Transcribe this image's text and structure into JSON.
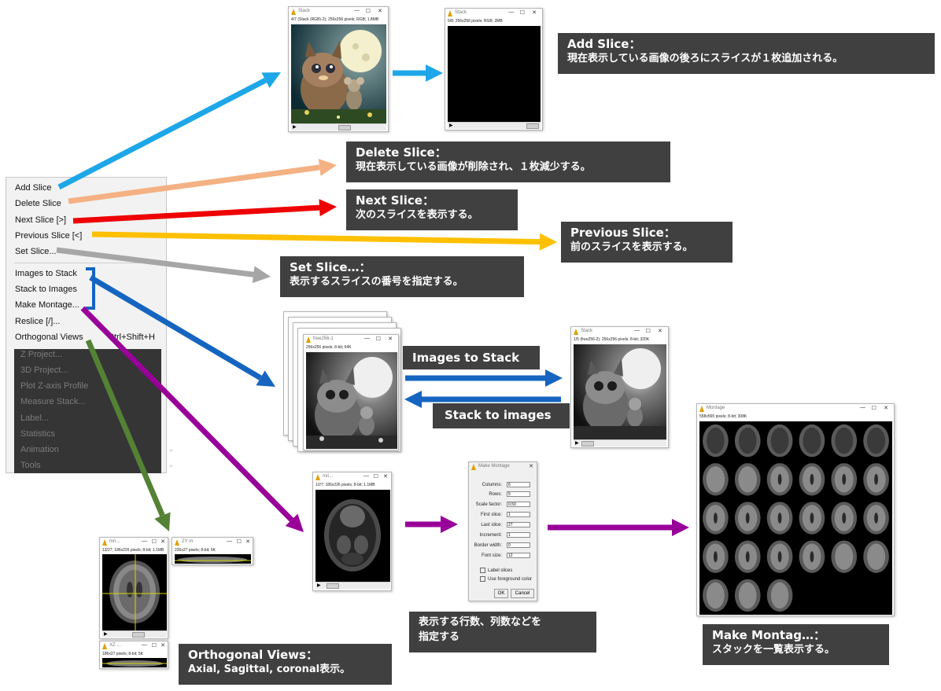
{
  "menu": {
    "items": [
      {
        "label": "Add Slice"
      },
      {
        "label": "Delete Slice"
      },
      {
        "label": "Next Slice [>]"
      },
      {
        "label": "Previous Slice [<]"
      },
      {
        "label": "Set Slice..."
      },
      {
        "label": "Images to Stack"
      },
      {
        "label": "Stack to Images"
      },
      {
        "label": "Make Montage..."
      },
      {
        "label": "Reslice [/]..."
      },
      {
        "label": "Orthogonal Views",
        "shortcut": "Ctrl+Shift+H"
      }
    ],
    "dimmed_items": [
      {
        "label": "Z Project..."
      },
      {
        "label": "3D Project..."
      },
      {
        "label": "Plot Z-axis Profile"
      },
      {
        "label": "Measure Stack..."
      },
      {
        "label": "Label..."
      },
      {
        "label": "Statistics"
      },
      {
        "label": "Animation",
        "submenu": "▸"
      },
      {
        "label": "Tools",
        "submenu": "▸"
      }
    ]
  },
  "callouts": {
    "add_slice": {
      "title": "Add Slice：",
      "body": "現在表示している画像の後ろにスライスが１枚追加される。"
    },
    "delete_slice": {
      "title": "Delete Slice：",
      "body": "現在表示している画像が削除され、１枚減少する。"
    },
    "next_slice": {
      "title": "Next Slice：",
      "body": "次のスライスを表示する。"
    },
    "previous_slice": {
      "title": "Previous Slice：",
      "body": "前のスライスを表示する。"
    },
    "set_slice": {
      "title": "Set Slice…：",
      "body": "表示するスライスの番号を指定する。"
    },
    "images_to_stack": {
      "title": "Images to Stack"
    },
    "stack_to_images": {
      "title": "Stack to images"
    },
    "orthogonal_views": {
      "title": "Orthogonal Views：",
      "body": "Axial, Sagittal, coronal表示。"
    },
    "montage_dialog": {
      "title": "表示する行数、列数などを",
      "body": "指定する"
    },
    "make_montage": {
      "title": "Make Montag…：",
      "body": "スタックを一覧表示する。"
    }
  },
  "windows": {
    "stack_rgb": {
      "title": "Stack",
      "info": "4/7 (Stack (RGB)-2); 256x256 pixels; RGB; 1.8MB"
    },
    "stack_black": {
      "title": "Stack",
      "info": "5/8; 256x256 pixels; RGB; 2MB"
    },
    "images": {
      "title": "free256-1",
      "info": "256x256 pixels; 8-bit; 64K"
    },
    "stack_gray": {
      "title": "Stack",
      "info": "1/5 (free256-2); 256x256 pixels; 8-bit; 320K"
    },
    "mri": {
      "title": "mri...",
      "info": "1/27; 186x226 pixels; 8-bit; 1.1MB"
    },
    "ortho_xy": {
      "title": "mri...",
      "info": "13/27; 186x226 pixels; 8-bit; 1.1MB"
    },
    "ortho_zy": {
      "title": "ZY m",
      "info": "226x27 pixels; 8-bit; 6K"
    },
    "ortho_xz": {
      "title": "XZ ...",
      "info": "186x27 pixels; 8-bit; 5K"
    },
    "montage": {
      "title": "Montage",
      "info": "558x565 pixels; 8-bit; 308K"
    }
  },
  "dialog": {
    "title": "Make Montage",
    "fields": [
      {
        "label": "Columns:",
        "value": "6"
      },
      {
        "label": "Rows:",
        "value": "5"
      },
      {
        "label": "Scale factor:",
        "value": "0.50"
      },
      {
        "label": "First slice:",
        "value": "1"
      },
      {
        "label": "Last slice:",
        "value": "27"
      },
      {
        "label": "Increment:",
        "value": "1"
      },
      {
        "label": "Border width:",
        "value": "0"
      },
      {
        "label": "Font size:",
        "value": "12"
      }
    ],
    "checks": [
      {
        "label": "Label slices"
      },
      {
        "label": "Use foreground color"
      }
    ],
    "ok": "OK",
    "cancel": "Cancel"
  },
  "colors": {
    "add": "#1ea7e8",
    "delete": "#f4b183",
    "next": "#ee0000",
    "previous": "#ffc000",
    "set": "#a6a6a6",
    "stack": "#1565c0",
    "montage": "#990099",
    "ortho": "#548235",
    "callout_bg": "#404040"
  },
  "window_controls": {
    "minimize": "—",
    "maximize": "☐",
    "close": "✕"
  },
  "play_icon": "▶"
}
